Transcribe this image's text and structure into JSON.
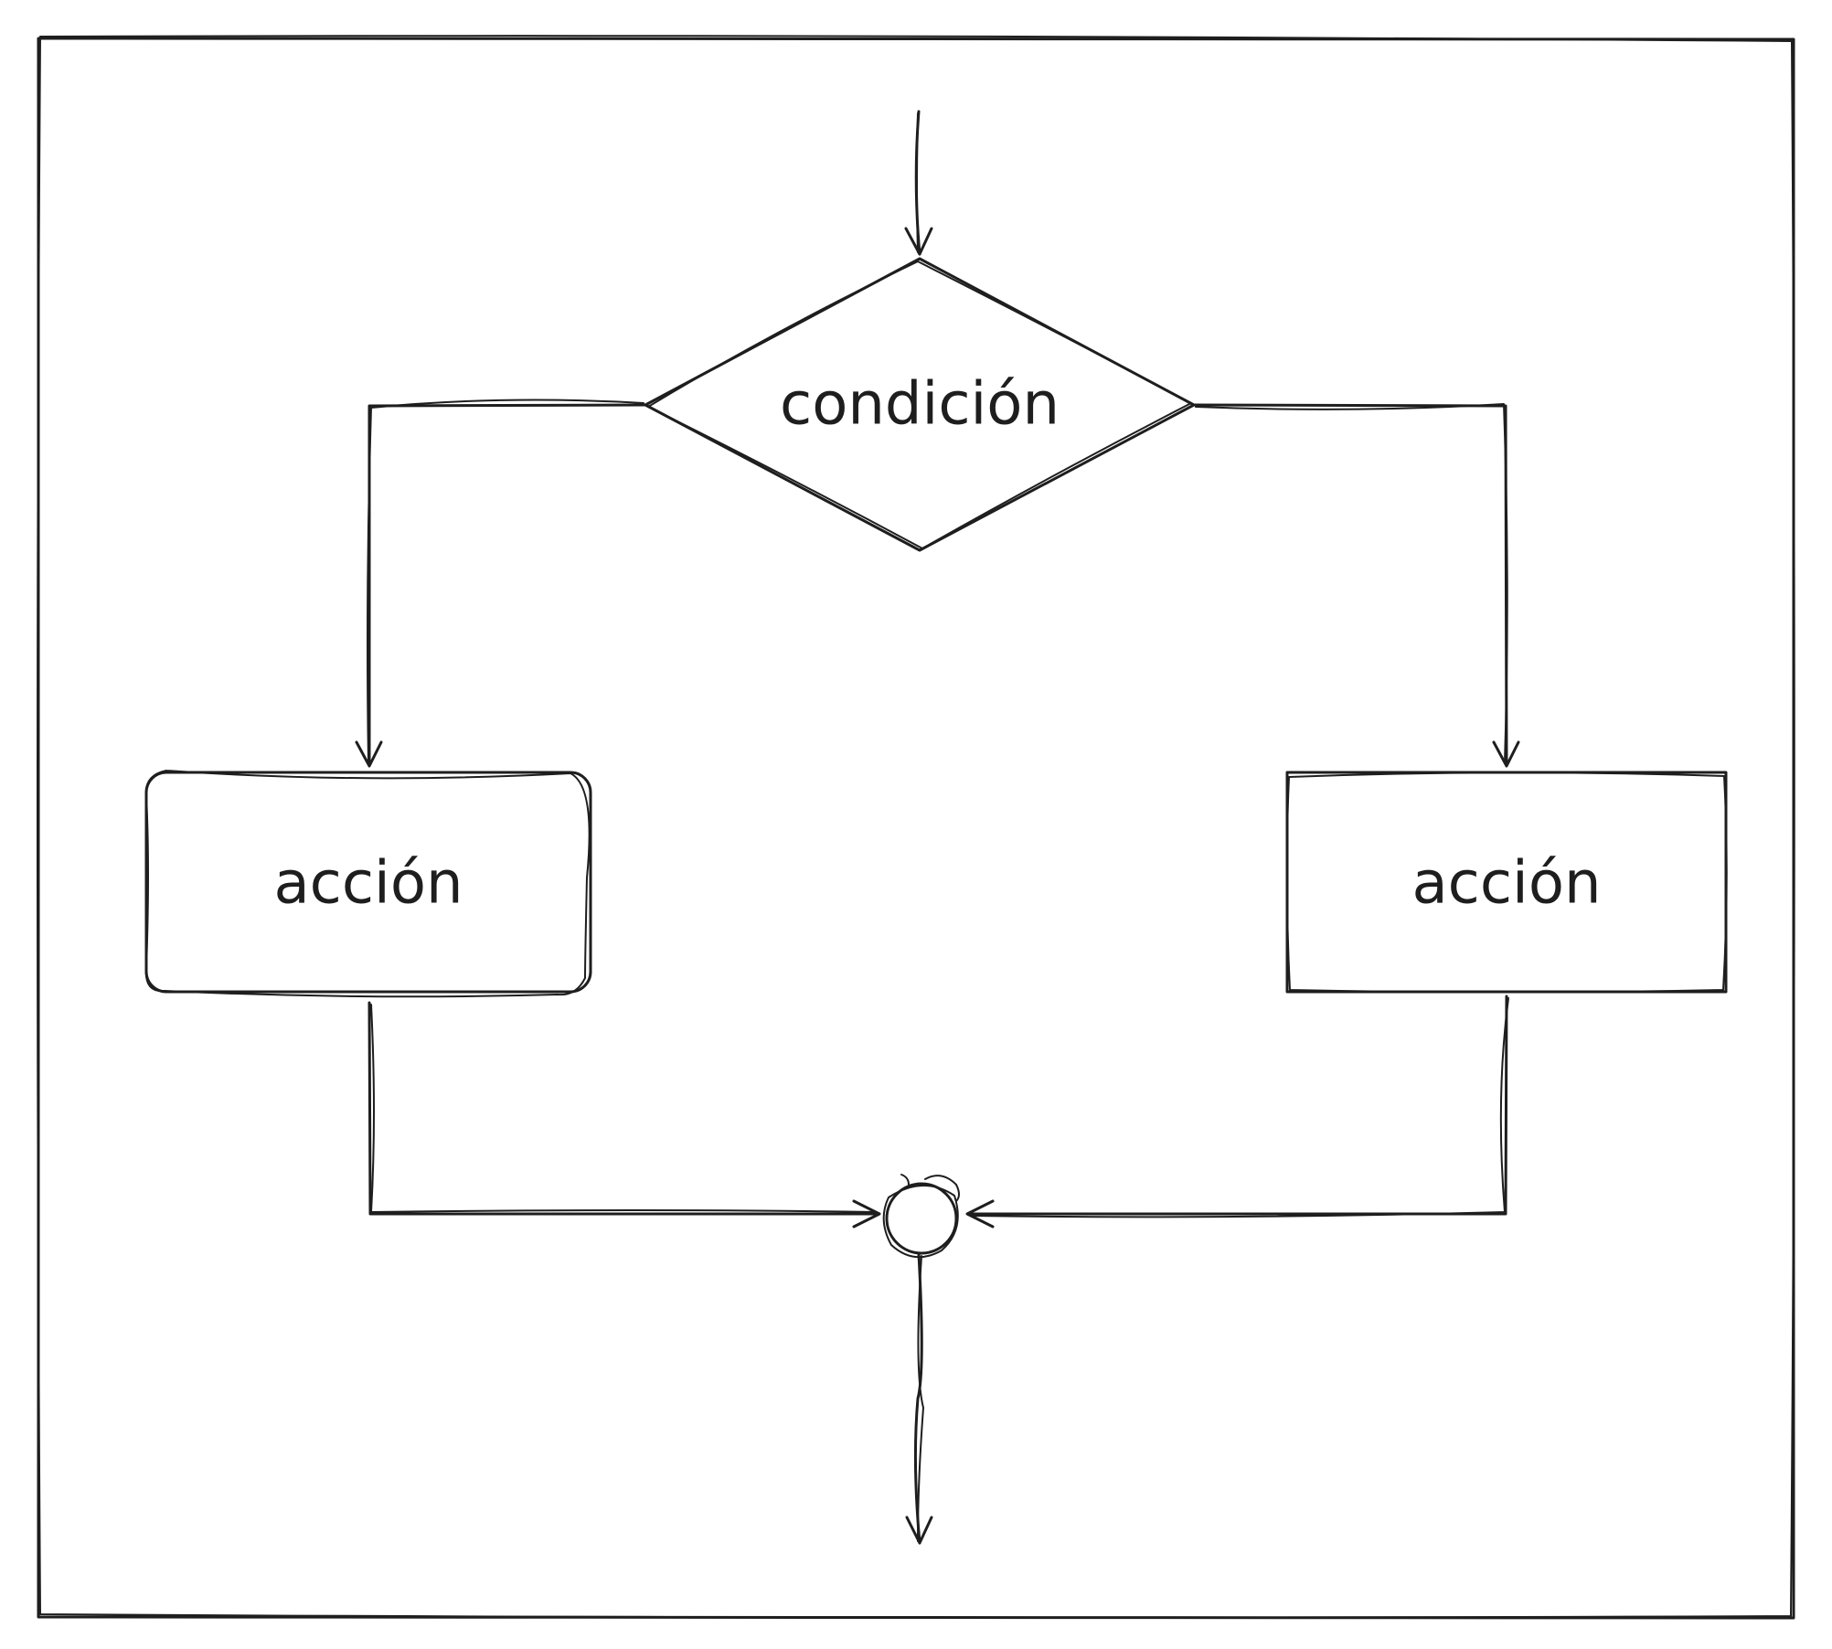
{
  "diagram": {
    "type": "flowchart",
    "stroke_color": "#1e1e1e",
    "background": "#ffffff",
    "decision": {
      "label": "condición"
    },
    "actions": [
      {
        "label": "acción"
      },
      {
        "label": "acción"
      }
    ]
  }
}
